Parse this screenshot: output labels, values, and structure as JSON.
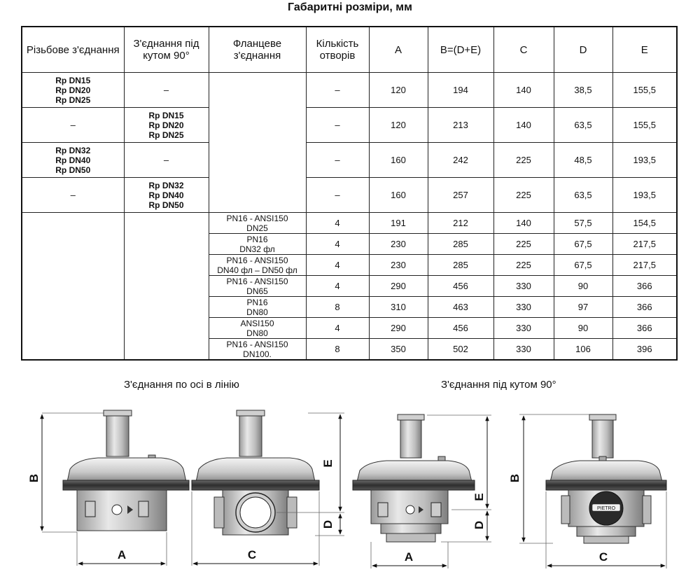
{
  "title": "Габаритні розміри, мм",
  "table": {
    "headers": [
      "Різьбове з'єднання",
      "З'єднання під кутом 90°",
      "Фланцеве з'єднання",
      "Кількість отворів",
      "A",
      "B=(D+E)",
      "C",
      "D",
      "E"
    ],
    "threaded_rows": [
      {
        "threaded": "Rp DN15\nRp DN20\nRp DN25",
        "angle": "–",
        "holes": "–",
        "A": "120",
        "B": "194",
        "C": "140",
        "D": "38,5",
        "E": "155,5"
      },
      {
        "threaded": "–",
        "angle": "Rp DN15\nRp DN20\nRp DN25",
        "holes": "–",
        "A": "120",
        "B": "213",
        "C": "140",
        "D": "63,5",
        "E": "155,5"
      },
      {
        "threaded": "Rp DN32\nRp DN40\nRp DN50",
        "angle": "–",
        "holes": "–",
        "A": "160",
        "B": "242",
        "C": "225",
        "D": "48,5",
        "E": "193,5"
      },
      {
        "threaded": "–",
        "angle": "Rp DN32\nRp DN40\nRp DN50",
        "holes": "–",
        "A": "160",
        "B": "257",
        "C": "225",
        "D": "63,5",
        "E": "193,5"
      }
    ],
    "flange_rows": [
      {
        "flange": "PN16 - ANSI150\nDN25",
        "holes": "4",
        "A": "191",
        "B": "212",
        "C": "140",
        "D": "57,5",
        "E": "154,5"
      },
      {
        "flange": "PN16\nDN32 фл",
        "holes": "4",
        "A": "230",
        "B": "285",
        "C": "225",
        "D": "67,5",
        "E": "217,5"
      },
      {
        "flange": "PN16 - ANSI150\nDN40 фл – DN50 фл",
        "holes": "4",
        "A": "230",
        "B": "285",
        "C": "225",
        "D": "67,5",
        "E": "217,5"
      },
      {
        "flange": "PN16 - ANSI150\nDN65",
        "holes": "4",
        "A": "290",
        "B": "456",
        "C": "330",
        "D": "90",
        "E": "366"
      },
      {
        "flange": "PN16\nDN80",
        "holes": "8",
        "A": "310",
        "B": "463",
        "C": "330",
        "D": "97",
        "E": "366"
      },
      {
        "flange": "ANSI150\nDN80",
        "holes": "4",
        "A": "290",
        "B": "456",
        "C": "330",
        "D": "90",
        "E": "366"
      },
      {
        "flange": "PN16 - ANSI150\nDN100.",
        "holes": "8",
        "A": "350",
        "B": "502",
        "C": "330",
        "D": "106",
        "E": "396"
      }
    ]
  },
  "captions": {
    "inline": "З'єднання по осі в лінію",
    "angle": "З'єднання під кутом 90°"
  },
  "dim_labels": {
    "A": "A",
    "B": "B",
    "C": "C",
    "D": "D",
    "E": "E"
  },
  "nameplate": "PIETRO"
}
